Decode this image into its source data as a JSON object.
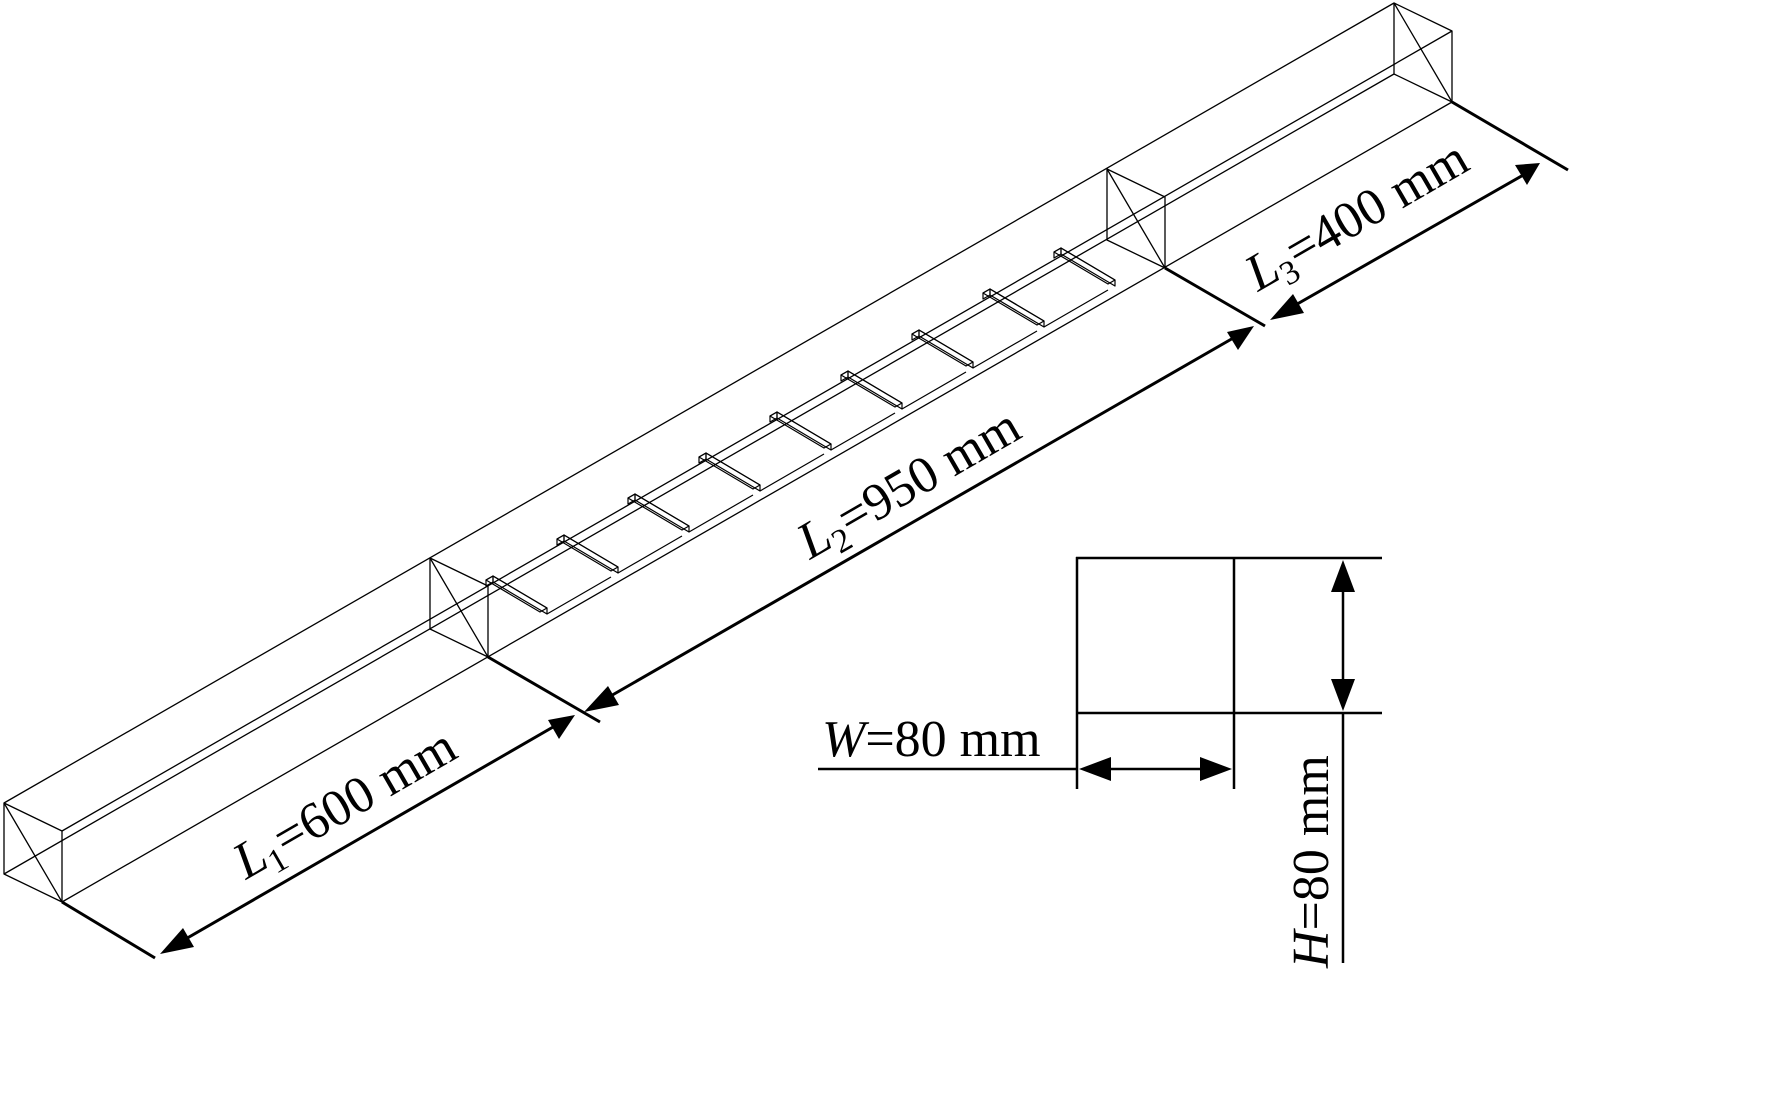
{
  "diagram": {
    "section_labels": {
      "l1": {
        "symbol": "L",
        "subscript": "1",
        "value": "=600 mm"
      },
      "l2": {
        "symbol": "L",
        "subscript": "2",
        "value": "=950 mm"
      },
      "l3": {
        "symbol": "L",
        "subscript": "3",
        "value": "=400 mm"
      }
    },
    "cross_section": {
      "width_label": {
        "symbol": "W",
        "value": "=80 mm"
      },
      "height_label": {
        "symbol": "H",
        "value": "=80 mm"
      }
    },
    "rib_count": 9
  }
}
